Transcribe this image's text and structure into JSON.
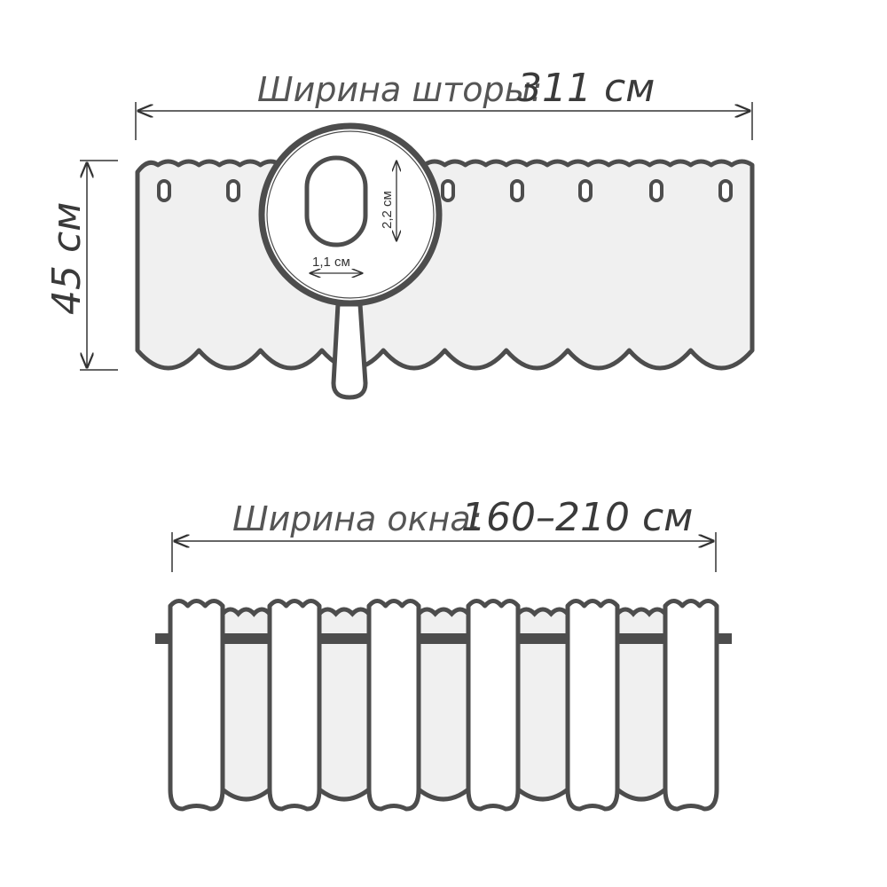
{
  "colors": {
    "stroke": "#4d4d4d",
    "fill": "#f0f0f0",
    "panel": "#ffffff"
  },
  "top": {
    "width_label": "Ширина шторы:",
    "width_value": "311 см",
    "height_value": "45 см",
    "grommet_width": "1,1 см",
    "grommet_height": "2,2 см"
  },
  "bottom": {
    "width_label": "Ширина окна:",
    "width_value": "160–210 см"
  }
}
